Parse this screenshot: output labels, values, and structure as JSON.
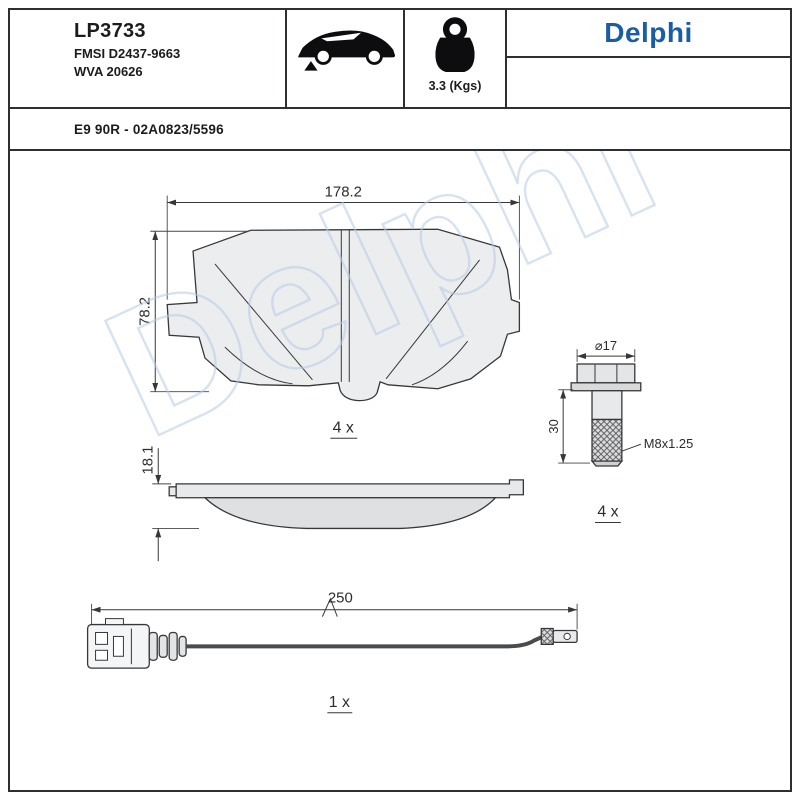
{
  "header": {
    "part_number": "LP3733",
    "fmsi_code": "FMSI D2437-9663",
    "wva_code": "WVA 20626",
    "approval": "E9 90R - 02A0823/5596",
    "weight": "3.3 (Kgs)",
    "brand": "Delphi"
  },
  "icons": {
    "vehicle": "car-icon",
    "mass": "kettlebell-icon"
  },
  "watermark": "Delphi",
  "drawing": {
    "pad_front": {
      "width_dim": "178.2",
      "height_dim": "78.2",
      "quantity": "4 x"
    },
    "pad_side": {
      "thickness_dim": "18.1"
    },
    "bolt": {
      "diameter_dim": "⌀17",
      "shank_length_dim": "30",
      "thread_spec": "M8x1.25",
      "quantity": "4 x"
    },
    "wear_indicator": {
      "length_dim": "250",
      "quantity": "1 x"
    }
  },
  "colors": {
    "brand_blue": "#1A5CA8",
    "line_dark": "#36373B",
    "watermark_blue": "#B7CCE6",
    "pad_fill": "#ECEDEE"
  }
}
